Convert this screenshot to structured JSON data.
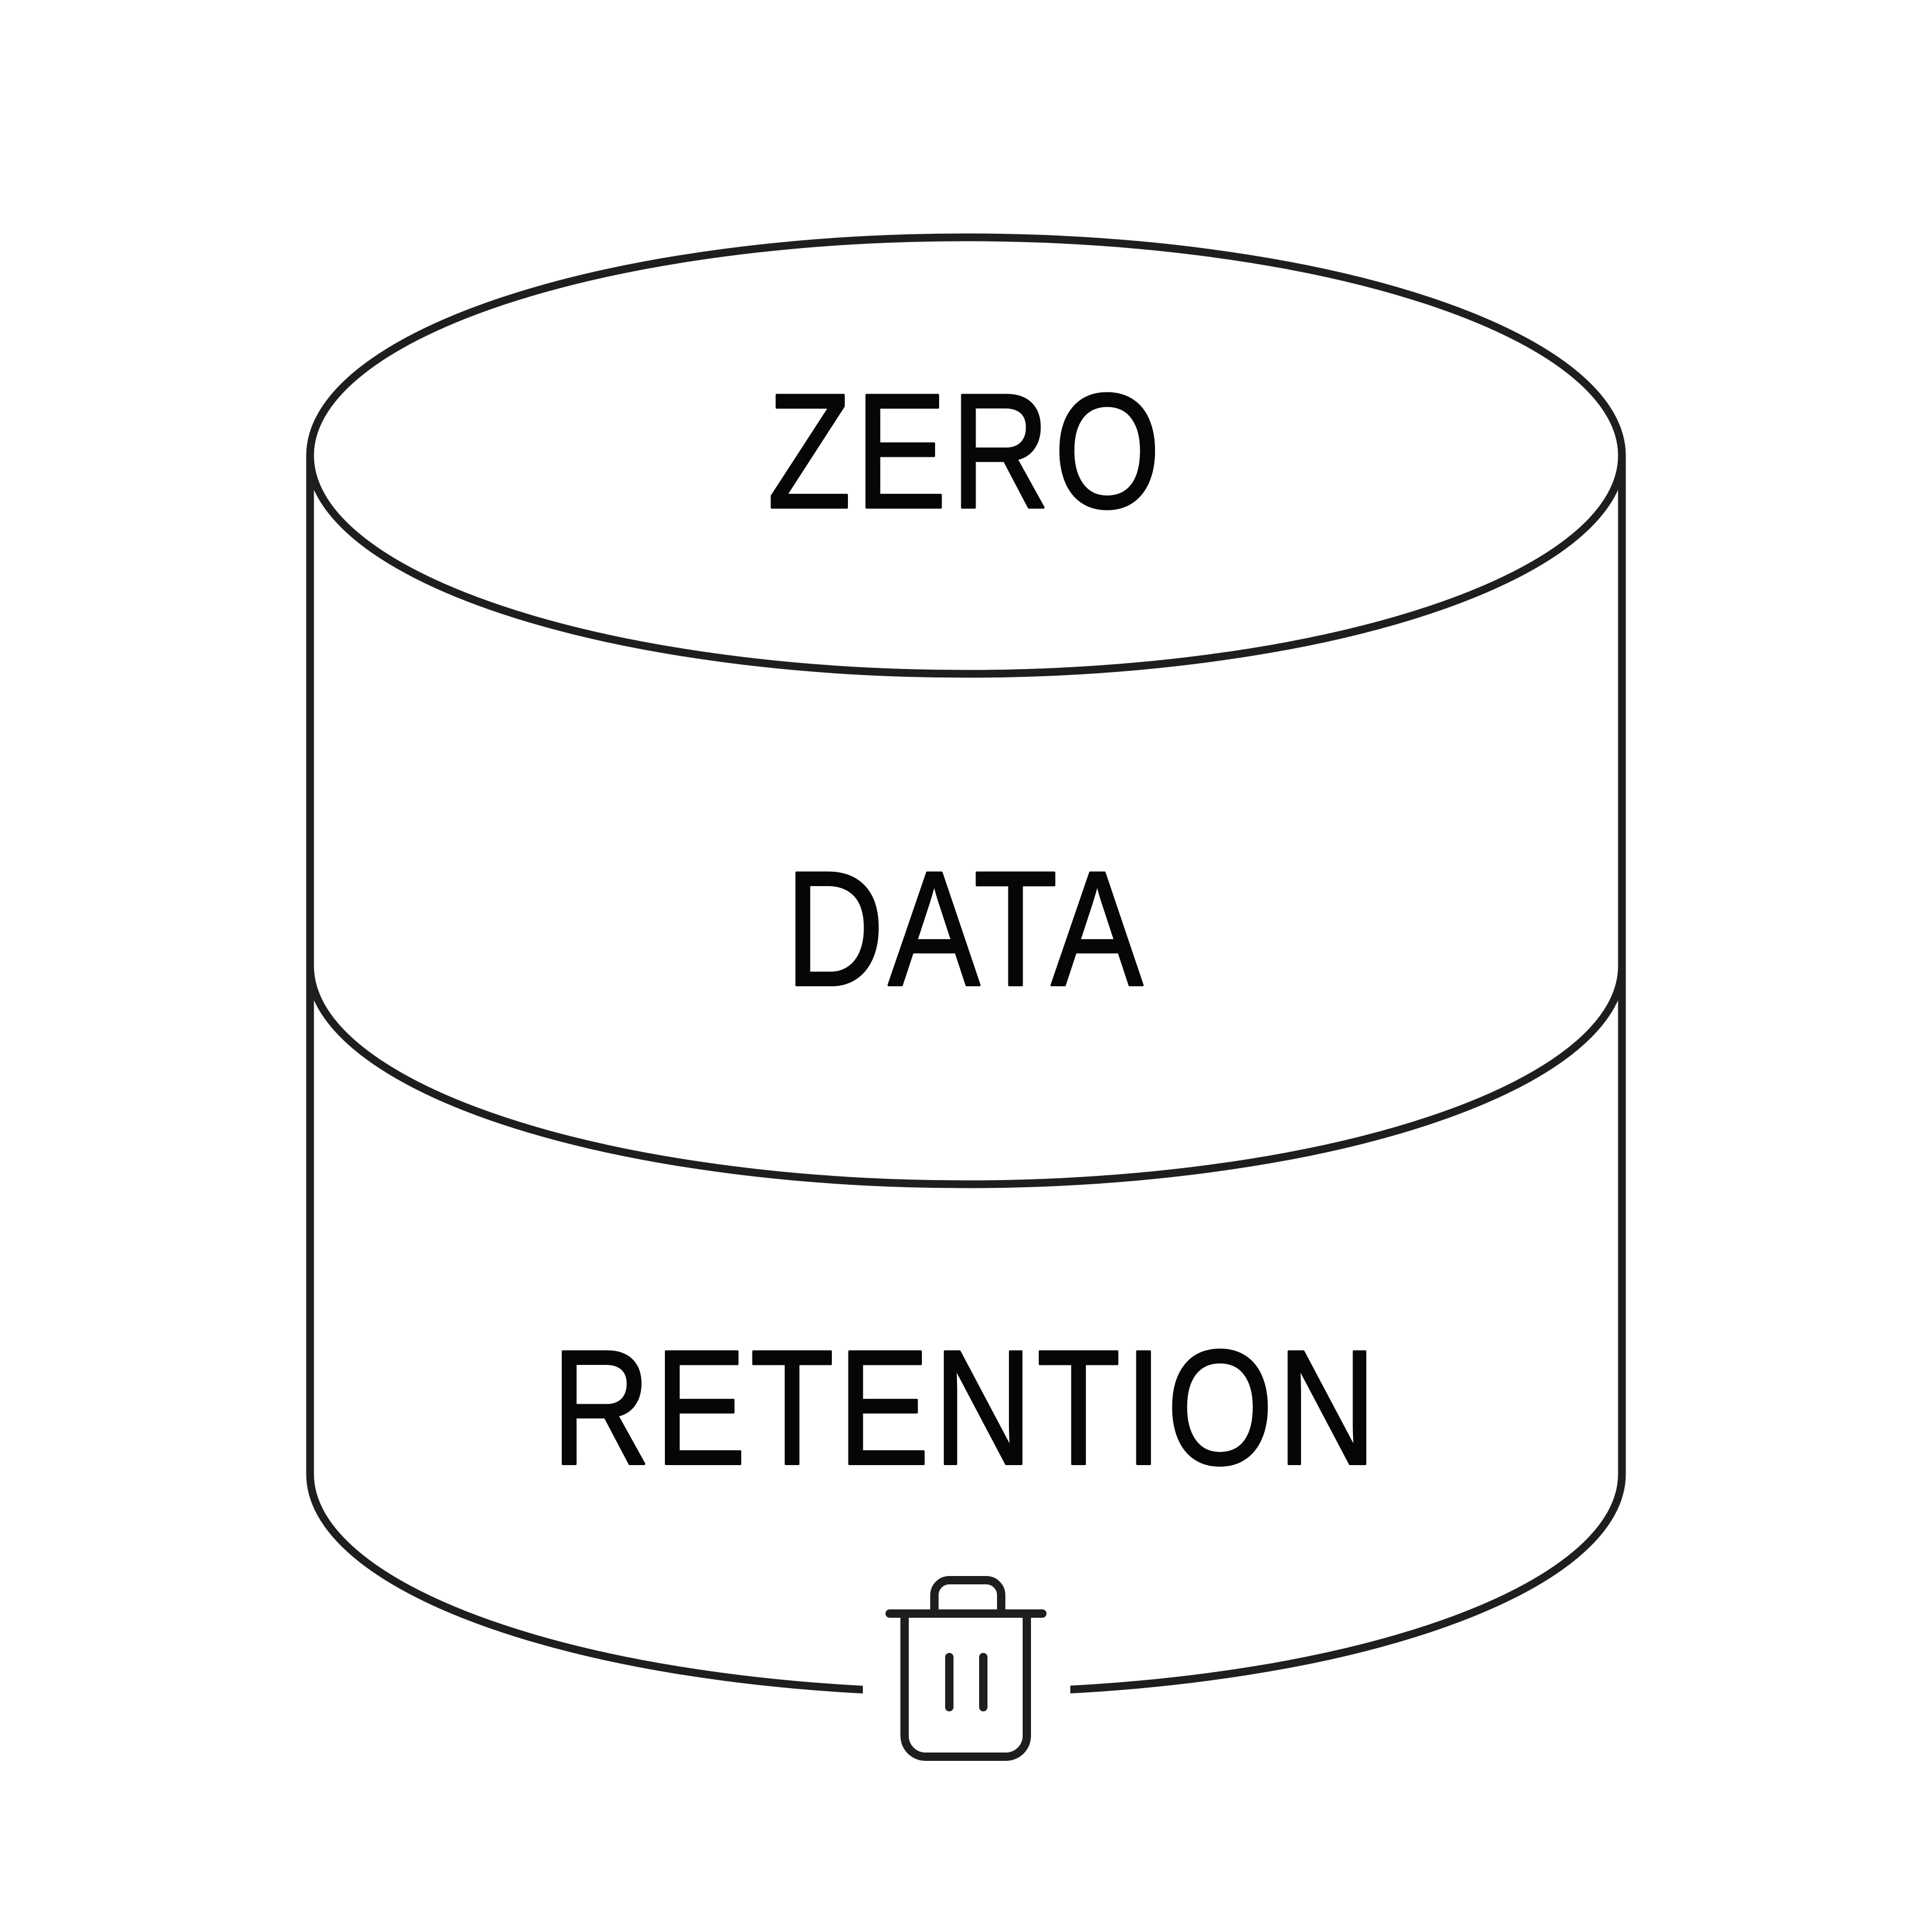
{
  "colors": {
    "background": "#ffffff",
    "line": "#1e1e1e",
    "text": "#060606"
  },
  "diagram": {
    "type": "database-cylinder",
    "segments": [
      {
        "label": "ZERO"
      },
      {
        "label": "DATA"
      },
      {
        "label": "RETENTION"
      }
    ],
    "icon": {
      "name": "trash-icon"
    }
  }
}
